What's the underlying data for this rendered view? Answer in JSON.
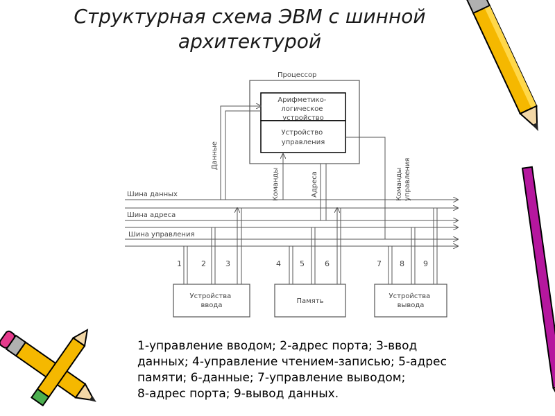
{
  "title": {
    "line1": "Структурная схема ЭВМ с шинной",
    "line2": "архитектурой"
  },
  "diagram": {
    "processor_label": "Процессор",
    "alu_label": [
      "Арифметико-",
      "логическое",
      "устройство"
    ],
    "cu_label": [
      "Устройство",
      "управления"
    ],
    "data_link_label": "Данные",
    "commands_label": "Команды",
    "addresses_label": "Адреса",
    "control_signals_label": [
      "Команды",
      "управления"
    ],
    "buses": {
      "data_bus": "Шина данных",
      "address_bus": "Шина адреса",
      "control_bus": "Шина управления"
    },
    "signal_numbers": [
      "1",
      "2",
      "3",
      "4",
      "5",
      "6",
      "7",
      "8",
      "9"
    ],
    "input_devices": [
      "Устройства",
      "ввода"
    ],
    "memory": "Память",
    "output_devices": [
      "Устройства",
      "вывода"
    ]
  },
  "legend": {
    "line1": "1-управление вводом;  2-адрес порта;  3-ввод",
    "line2": "данных;  4-управление чтением-записью;  5-адрес",
    "line3": "памяти; 6-данные;  7-управление выводом;",
    "line4": "8-адрес порта;  9-вывод данных."
  },
  "decorations": [
    "pencil-icon",
    "pencil-icon",
    "pencil-icon"
  ]
}
